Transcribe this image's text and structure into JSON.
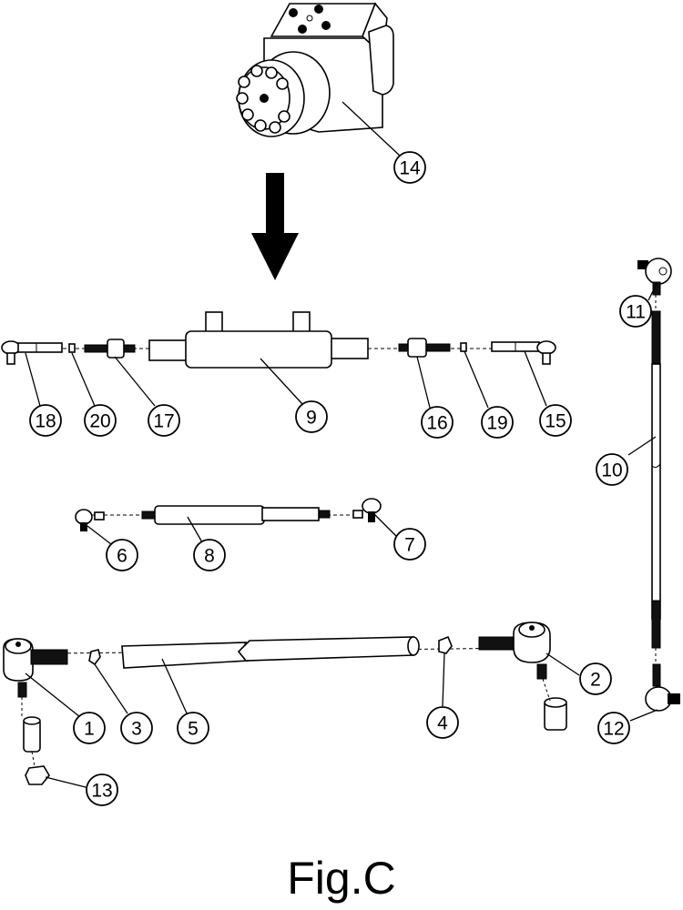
{
  "figure": {
    "caption": "Fig.C",
    "callouts": [
      {
        "id": "c14",
        "label": "14"
      },
      {
        "id": "c11",
        "label": "11"
      },
      {
        "id": "c18",
        "label": "18"
      },
      {
        "id": "c20",
        "label": "20"
      },
      {
        "id": "c17",
        "label": "17"
      },
      {
        "id": "c9",
        "label": "9"
      },
      {
        "id": "c16",
        "label": "16"
      },
      {
        "id": "c19",
        "label": "19"
      },
      {
        "id": "c15",
        "label": "15"
      },
      {
        "id": "c10",
        "label": "10"
      },
      {
        "id": "c6",
        "label": "6"
      },
      {
        "id": "c8",
        "label": "8"
      },
      {
        "id": "c7",
        "label": "7"
      },
      {
        "id": "c1",
        "label": "1"
      },
      {
        "id": "c3",
        "label": "3"
      },
      {
        "id": "c5",
        "label": "5"
      },
      {
        "id": "c4",
        "label": "4"
      },
      {
        "id": "c2",
        "label": "2"
      },
      {
        "id": "c12",
        "label": "12"
      },
      {
        "id": "c13",
        "label": "13"
      }
    ]
  }
}
